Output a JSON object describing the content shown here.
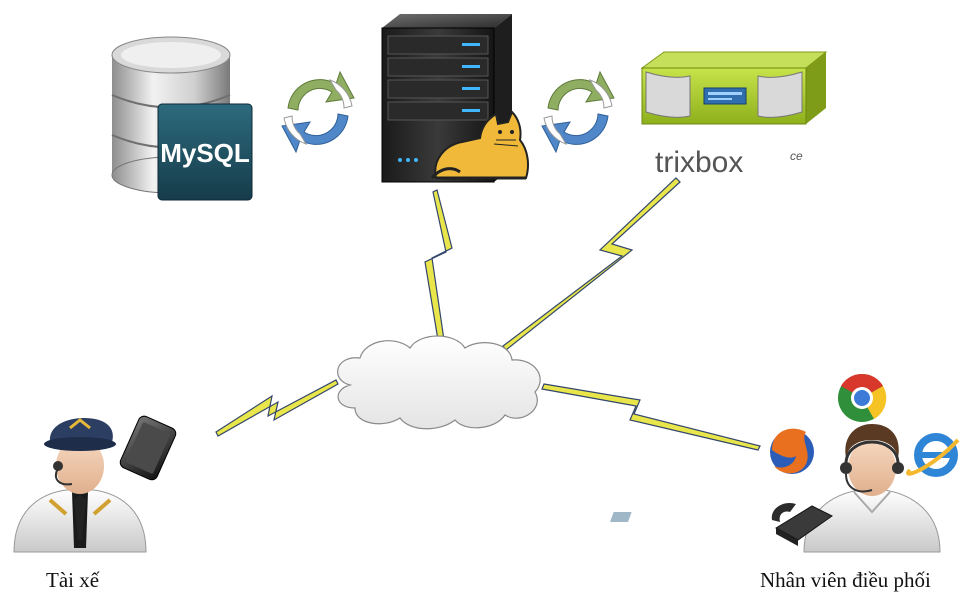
{
  "nodes": {
    "database": {
      "logo_text": "MySQL",
      "icon": "database-icon"
    },
    "app_server": {
      "icon": "server-tower-icon",
      "badge_icon": "tomcat-icon"
    },
    "pbx": {
      "brand_text": "trixbox",
      "brand_suffix": "ce",
      "icon": "rack-server-icon"
    },
    "network": {
      "icon": "cloud-icon"
    },
    "driver": {
      "label": "Tài xế",
      "icon": "driver-avatar-icon",
      "device_icon": "smartphone-icon"
    },
    "dispatcher": {
      "label": "Nhân viên điều phối",
      "icon": "operator-avatar-icon",
      "browser_icons": [
        "firefox-icon",
        "chrome-icon",
        "ie-icon"
      ],
      "device_icon": "desk-phone-icon"
    }
  },
  "colors": {
    "sync_green": "#8fae62",
    "sync_blue": "#4f87c9",
    "pbx_body": "#a8cc2a",
    "mysql_tile": "#1f4e5f",
    "link_yellow": "#f2f05a",
    "link_dark": "#2b3f66"
  }
}
